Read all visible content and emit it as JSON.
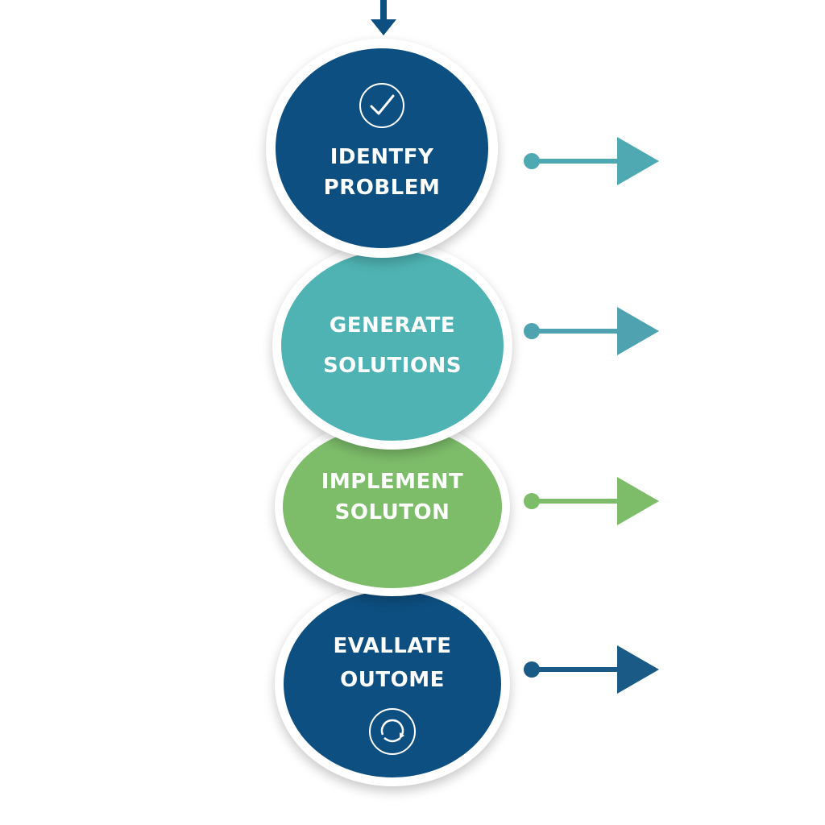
{
  "steps": [
    {
      "lines": [
        "IDENTFY",
        "PROBLEM"
      ],
      "icon": "check-circle-icon",
      "fill": "#0d4f80",
      "ring": "#0d4f80",
      "arrow_color": "#4fa9b2"
    },
    {
      "lines": [
        "GENERATE",
        "SOLUTIONS"
      ],
      "icon": null,
      "fill": "#4fb3b3",
      "ring": "#4fb3b3",
      "arrow_color": "#4fa3b0"
    },
    {
      "lines": [
        "IMPLEMENT",
        "SOLUTON"
      ],
      "icon": null,
      "fill": "#7dbd6a",
      "ring": "#7dbd6a",
      "arrow_color": "#7dbd6a"
    },
    {
      "lines": [
        "EVALLATE",
        "OUTOME"
      ],
      "icon": "cycle-icon",
      "fill": "#0d4f80",
      "ring": "#0d4f80",
      "arrow_color": "#1a5a87"
    }
  ],
  "colors": {
    "navy": "#0d4f80",
    "teal": "#4fb3b3",
    "green": "#7dbd6a"
  }
}
